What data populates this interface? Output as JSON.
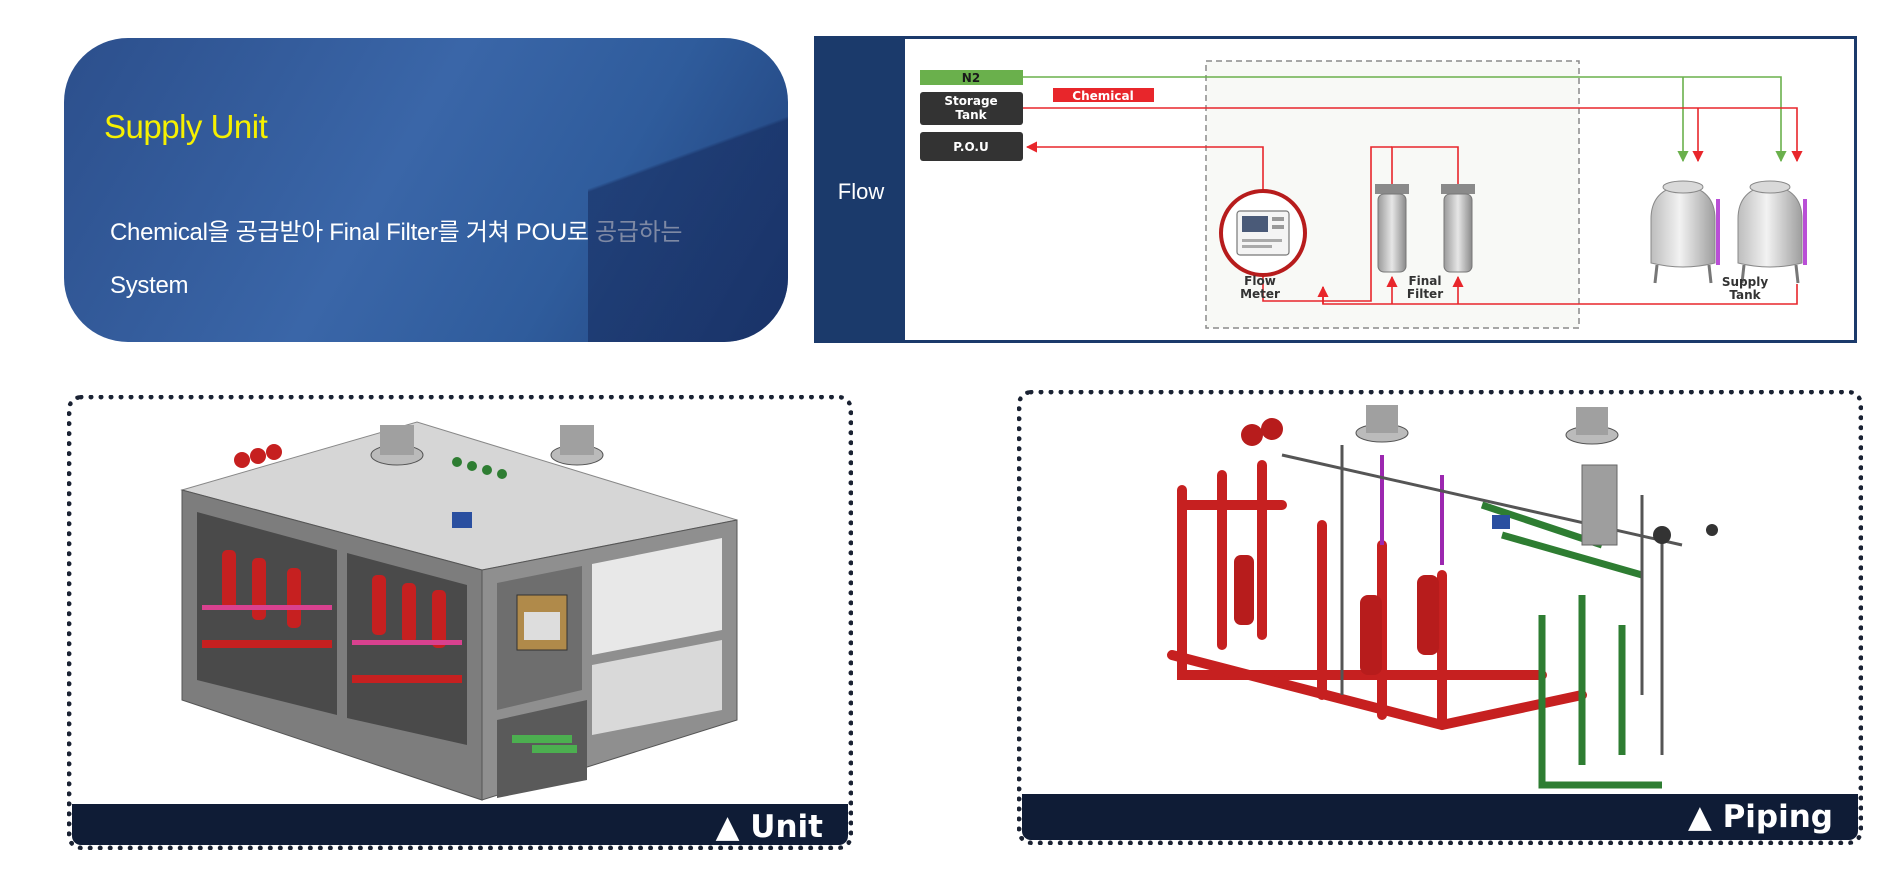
{
  "info_card": {
    "title": "Supply Unit",
    "description_line1": "Chemical을 공급받아 Final Filter를 거쳐 POU로 공급하는",
    "description_line2": "System"
  },
  "flow": {
    "section_label": "Flow",
    "tags": {
      "n2": "N2",
      "storage_tank": "Storage Tank",
      "pou": "P.O.U",
      "chemical": "Chemical"
    },
    "components": {
      "flow_meter": "Flow Meter",
      "final_filter": "Final Filter",
      "supply_tank": "Supply Tank"
    },
    "colors": {
      "n2_line": "#6ab04c",
      "chemical_line": "#e8262b",
      "dark_tag": "#333333",
      "panel_border": "#1b3a6b"
    }
  },
  "images": {
    "unit": {
      "caption": "▲ Unit",
      "description": "3D model of supply unit enclosure"
    },
    "piping": {
      "caption": "▲ Piping",
      "description": "3D model of internal piping"
    }
  }
}
